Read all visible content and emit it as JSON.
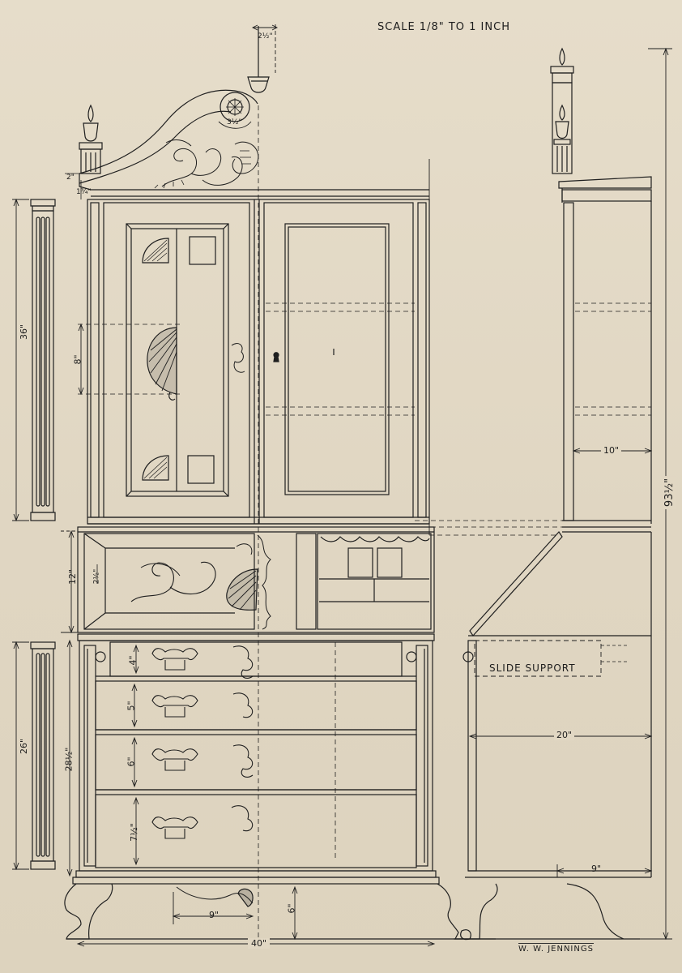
{
  "drawing": {
    "scale_note": "SCALE 1/8\" TO 1 INCH",
    "signature": "W. W. JENNINGS",
    "slide_support_label": "SLIDE SUPPORT"
  },
  "dimensions": {
    "finial_width": "2½\"",
    "rosette": "3½\"",
    "cornice_2": "2\"",
    "cornice_1_3_4": "1¾\"",
    "pilaster_upper": "36\"",
    "shell_panel": "8\"",
    "desk_section": "12\"",
    "lid_edge": "2½\"",
    "pilaster_lower": "26\"",
    "lower_case": "28½\"",
    "drawer_1": "4\"",
    "drawer_2": "5\"",
    "drawer_3": "6\"",
    "drawer_4": "7½\"",
    "apron": "9\"",
    "foot_height": "6\"",
    "overall_width": "40\"",
    "upper_depth": "10\"",
    "lower_depth": "20\"",
    "foot_depth": "9\"",
    "overall_height": "93½\""
  }
}
